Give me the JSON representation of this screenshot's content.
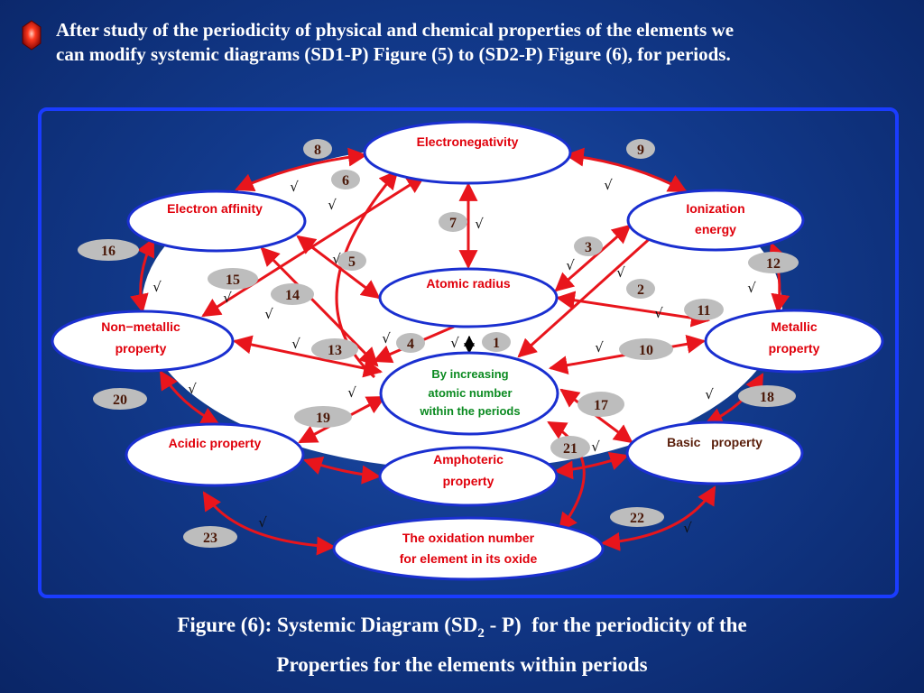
{
  "intro": {
    "line1": "After study of the periodicity of physical and chemical properties of the elements we",
    "line2": "can modify systemic diagrams (SD1-P) Figure (5) to (SD2-P) Figure (6), for periods."
  },
  "nodes": {
    "electronegativity": "Electronegativity",
    "electron_affinity": "Electron affinity",
    "ionization_energy": [
      "Ionization",
      "energy"
    ],
    "atomic_radius": "Atomic radius",
    "non_metallic": [
      "Non−metallic",
      "property"
    ],
    "metallic": [
      "Metallic",
      "property"
    ],
    "center": [
      "By increasing",
      "atomic number",
      "within the periods"
    ],
    "acidic": "Acidic property",
    "basic": "Basic   property",
    "amphoteric": [
      "Amphoteric",
      "property"
    ],
    "oxidation": [
      "The oxidation number",
      "for element in its oxide"
    ]
  },
  "badges": [
    "1",
    "2",
    "3",
    "4",
    "5",
    "6",
    "7",
    "8",
    "9",
    "10",
    "11",
    "12",
    "13",
    "14",
    "15",
    "16",
    "17",
    "18",
    "19",
    "20",
    "21",
    "22",
    "23"
  ],
  "check_symbol": "√",
  "colors": {
    "background": "#123a8c",
    "frame": "#1a3cff",
    "node_border": "#1a2fd0",
    "arrow": "#e8151c",
    "node_text": "#e0000b",
    "center_text": "#0a8a20",
    "badge_fill": "#bdbdbd"
  },
  "caption": {
    "line1_before": "Figure (6): Systemic Diagram (SD",
    "line1_sub": "2",
    "line1_after": " - P)  for the periodicity of the",
    "line2": "Properties for the elements within periods"
  }
}
